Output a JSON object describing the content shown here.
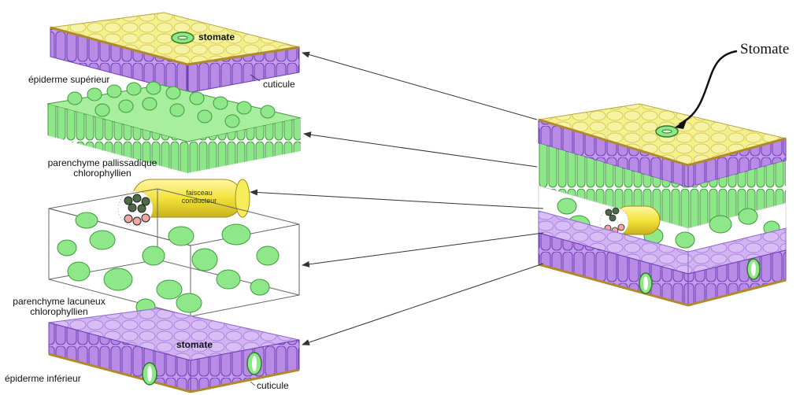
{
  "labels": {
    "stomate_top": "stomate",
    "epiderme_superieur": "épiderme supérieur",
    "cuticule_top": "cuticule",
    "parenchyme_pallissadique_1": "parenchyme pallissadique",
    "parenchyme_pallissadique_2": "chlorophyllien",
    "faisceau_1": "faisceau",
    "faisceau_2": "conducteur",
    "parenchyme_lacuneux_1": "parenchyme lacuneux",
    "parenchyme_lacuneux_2": "chlorophyllien",
    "stomate_bottom": "stomate",
    "epiderme_inferieur": "épiderme inférieur",
    "cuticule_bottom": "cuticule",
    "stomate_right": "Stomate"
  },
  "colors": {
    "yellow": "#f2ee8a",
    "yellow_edge": "#c9b54a",
    "purple": "#c7a3ee",
    "purple_dark": "#9b6fd6",
    "green": "#8fe88a",
    "green_dark": "#3f9a3b",
    "arrow": "#333333"
  }
}
